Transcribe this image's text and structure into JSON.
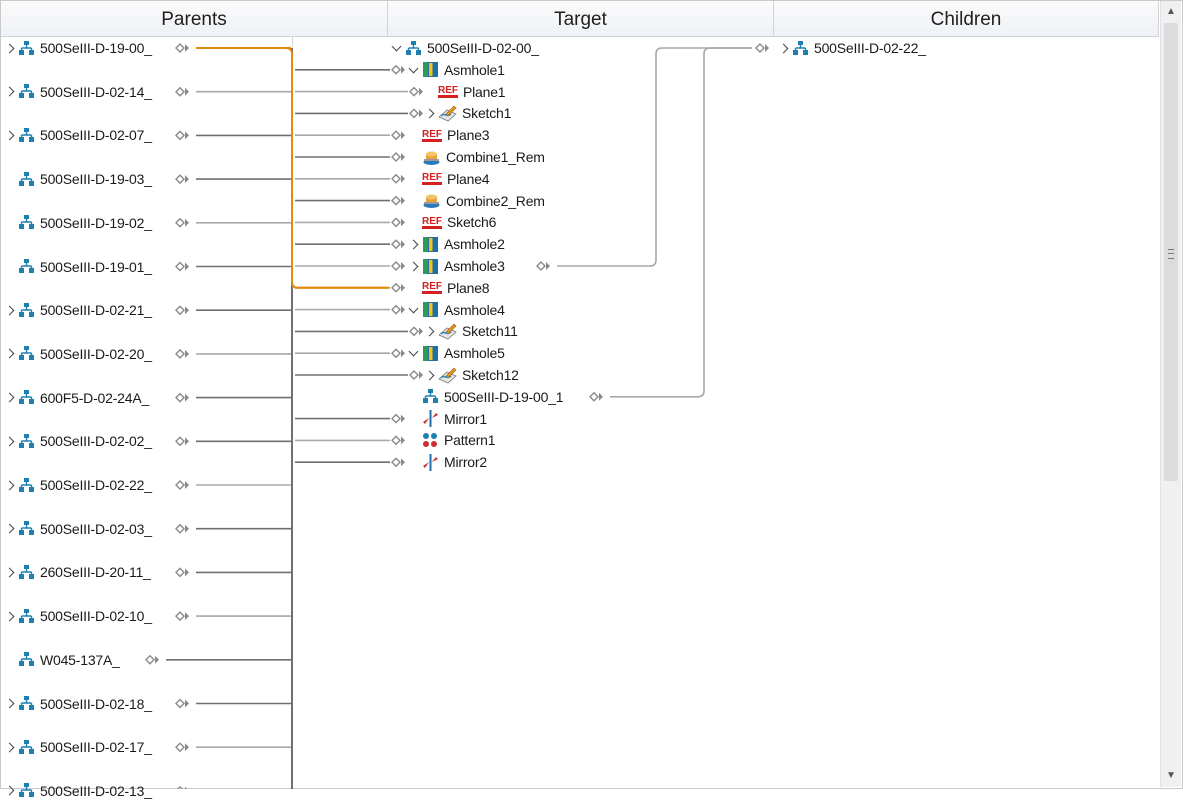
{
  "headers": {
    "parents": "Parents",
    "target": "Target",
    "children": "Children"
  },
  "parents": [
    {
      "label": "500SeIII-D-19-00_",
      "expandable": true,
      "highlighted": true
    },
    {
      "label": "500SeIII-D-02-14_",
      "expandable": true
    },
    {
      "label": "500SeIII-D-02-07_",
      "expandable": true
    },
    {
      "label": "500SeIII-D-19-03_",
      "expandable": false
    },
    {
      "label": "500SeIII-D-19-02_",
      "expandable": false
    },
    {
      "label": "500SeIII-D-19-01_",
      "expandable": false
    },
    {
      "label": "500SeIII-D-02-21_",
      "expandable": true
    },
    {
      "label": "500SeIII-D-02-20_",
      "expandable": true
    },
    {
      "label": "600F5-D-02-24A_",
      "expandable": true
    },
    {
      "label": "500SeIII-D-02-02_",
      "expandable": true
    },
    {
      "label": "500SeIII-D-02-22_",
      "expandable": true
    },
    {
      "label": "500SeIII-D-02-03_",
      "expandable": true
    },
    {
      "label": "260SeIII-D-20-11_",
      "expandable": true
    },
    {
      "label": "500SeIII-D-02-10_",
      "expandable": true
    },
    {
      "label": "W045-137A_",
      "expandable": false
    },
    {
      "label": "500SeIII-D-02-18_",
      "expandable": true
    },
    {
      "label": "500SeIII-D-02-17_",
      "expandable": true
    },
    {
      "label": "500SeIII-D-02-13_",
      "expandable": true
    }
  ],
  "target_root": {
    "label": "500SeIII-D-02-00_",
    "icon": "assembly-icon"
  },
  "target_items": [
    {
      "label": "Asmhole1",
      "icon": "hole-feature-icon",
      "level": 1,
      "toggle": "expanded"
    },
    {
      "label": "Plane1",
      "icon": "reference-plane-icon",
      "level": 2,
      "toggle": "none"
    },
    {
      "label": "Sketch1",
      "icon": "sketch-icon",
      "level": 2,
      "toggle": "collapsed"
    },
    {
      "label": "Plane3",
      "icon": "reference-plane-icon",
      "level": 1,
      "toggle": "none"
    },
    {
      "label": "Combine1_Rem",
      "icon": "combine-icon",
      "level": 1,
      "toggle": "none"
    },
    {
      "label": "Plane4",
      "icon": "reference-plane-icon",
      "level": 1,
      "toggle": "none"
    },
    {
      "label": "Combine2_Rem",
      "icon": "combine-icon",
      "level": 1,
      "toggle": "none"
    },
    {
      "label": "Sketch6",
      "icon": "reference-plane-icon",
      "level": 1,
      "toggle": "none"
    },
    {
      "label": "Asmhole2",
      "icon": "hole-feature-icon",
      "level": 1,
      "toggle": "collapsed"
    },
    {
      "label": "Asmhole3",
      "icon": "hole-feature-icon",
      "level": 1,
      "toggle": "collapsed",
      "has_child_link": true
    },
    {
      "label": "Plane8",
      "icon": "reference-plane-icon",
      "level": 1,
      "toggle": "none",
      "highlighted": true
    },
    {
      "label": "Asmhole4",
      "icon": "hole-feature-icon",
      "level": 1,
      "toggle": "expanded"
    },
    {
      "label": "Sketch11",
      "icon": "sketch-icon",
      "level": 2,
      "toggle": "collapsed"
    },
    {
      "label": "Asmhole5",
      "icon": "hole-feature-icon",
      "level": 1,
      "toggle": "expanded"
    },
    {
      "label": "Sketch12",
      "icon": "sketch-icon",
      "level": 2,
      "toggle": "collapsed"
    },
    {
      "label": "500SeIII-D-19-00_1",
      "icon": "assembly-icon",
      "level": 1,
      "toggle": "none",
      "no_parent_link": true,
      "has_child_link": true
    },
    {
      "label": "Mirror1",
      "icon": "mirror-icon",
      "level": 1,
      "toggle": "none"
    },
    {
      "label": "Pattern1",
      "icon": "pattern-icon",
      "level": 1,
      "toggle": "none"
    },
    {
      "label": "Mirror2",
      "icon": "mirror-icon",
      "level": 1,
      "toggle": "none"
    }
  ],
  "children": [
    {
      "label": "500SeIII-D-02-22_",
      "expandable": true
    }
  ],
  "colors": {
    "highlight": "#e08a10",
    "line": "#707070",
    "line_light": "#a8a8a8",
    "assembly": "#1f7fb0",
    "header_border": "#cfd4da"
  }
}
